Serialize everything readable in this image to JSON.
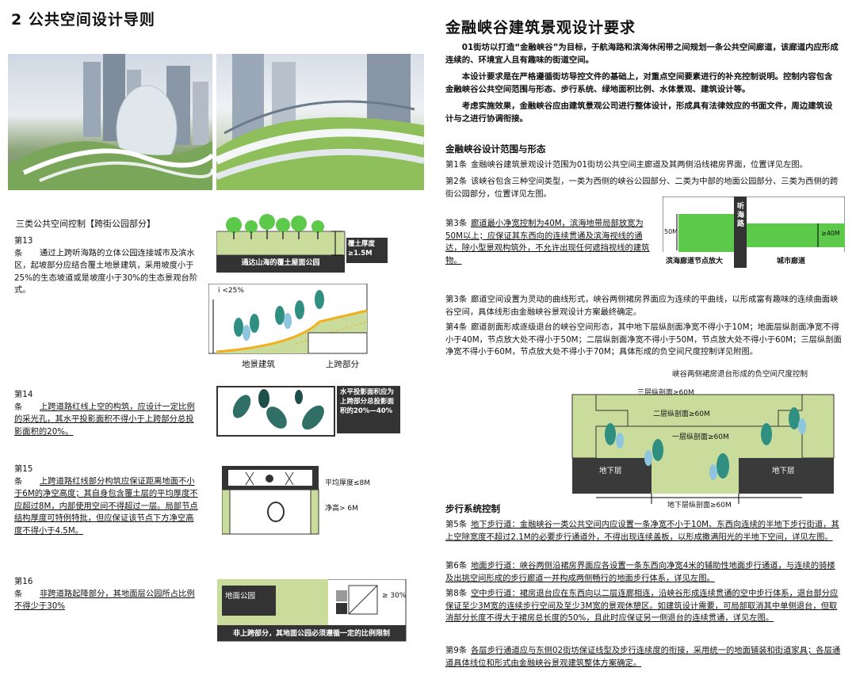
{
  "left": {
    "title": "2  公共空间设计导则",
    "section_heading": "三类公共空间控制【跨街公园部分】",
    "art13": {
      "no": "第13条",
      "text": "通过上跨听海路的立体公园连接城市及滨水区，起坡部分应结合覆土地景建筑，采用坡度小于25%的生态坡道或是坡度小于30%的生态景观台阶式。"
    },
    "art14": {
      "no": "第14条",
      "text": "上跨道路红线上空的构筑，应设计一定比例的采光孔，其水平投影面积不得小于上跨部分总投影面积的20%。"
    },
    "art15": {
      "no": "第15条",
      "text": "上跨道路红线部分构筑应保证距离地面不小于6M的净空高度；其自身包含覆土层的平均厚度不应超过8M，内部使用空间不得超过一层。局部节点结构厚度可特例特批，但应保证该节点下方净空高度不得小于4.5M。"
    },
    "art16": {
      "no": "第16条",
      "text": "非跨道路起降部分，其地面层公园所占比例不得少于30%"
    },
    "diag1": {
      "caption": "通达山海的覆土屋面公园",
      "label": "覆土厚度\n≥1.5M"
    },
    "diag2": {
      "slope": "i <25%",
      "label_a": "地景建筑",
      "label_b": "上跨部分"
    },
    "diag3": {
      "label": "水平投影面积应为上跨部分总投影面积的20%—40%"
    },
    "diag4": {
      "label_a": "平均厚度≤8M",
      "label_b": "净高> 6M"
    },
    "diag5": {
      "box": "地面公园",
      "ratio": "≥ 30%",
      "caption": "非上跨部分，其地面公园必须遵循一定的比例限制"
    }
  },
  "right": {
    "title": "金融峡谷建筑景观设计要求",
    "intro": [
      "01街坊以打造“金融峡谷”为目标，于航海路和滨海休闲带之间规划一条公共空间廊道，该廊道内应形成连续的、环境宜人且有趣味的街道空间。",
      "本设计要求是在严格遵循街坊导控文件的基础上，对重点空间要素进行的补充控制说明。控制内容包含金融峡谷公共空间范围与形态、步行系统、绿地面积比例、水体景观、建筑设计等。",
      "考虑实施效果，金融峡谷应由建筑景观公司进行整体设计，形成具有法律效应的书面文件，周边建筑设计与之进行协调衔接。"
    ],
    "sec1": "金融峡谷设计范围与形态",
    "art1": {
      "no": "第1条",
      "text": "金融峡谷建筑景观设计范围为01街坊公共空间主廊道及其两侧沿线裙房界面，位置详见左图。"
    },
    "art2": {
      "no": "第2条",
      "text": "该峡谷包含三种空间类型，一类为西侧的峡谷公园部分、二类为中部的地面公园部分、三类为西侧的跨街公园部分，位置详见左图。"
    },
    "art3a": {
      "no": "第3条",
      "text": "廊道最小净宽控制为40M，滨海地带局部放宽为50M以上；应保证其东西向的连续贯通及滨海视线的通达，除小型景观构筑外，不允许出现任何遮挡视线的建筑物。"
    },
    "art3b": {
      "no": "第3条",
      "text": "廊道空间设置为灵动的曲线形式，峡谷两侧裙房界面应为连续的平曲线，以形成富有趣味的连续曲面峡谷空间，具体线形由金融峡谷景观设计方案最终确定。"
    },
    "art4": {
      "no": "第4条",
      "text": "廊道剖面形成逐级退台的峡谷空间形态，其中地下层纵剖面净宽不得小于10M；地面层纵剖面净宽不得小于40M，节点放大处不得小于50M；二层纵剖面净宽不得小于50M，节点放大处不得小于60M；三层纵剖面净宽不得小于60M，节点放大处不得小于70M；具体形成的负空间尺度控制详见附图。"
    },
    "plan": {
      "road": "听海路",
      "w50": "50M",
      "w40": "≥40M",
      "left_label": "滨海廊道节点放大",
      "right_label": "城市廊道"
    },
    "section": {
      "title": "峡谷两侧裙房退台形成的负空间尺度控制",
      "l3": "三层纵剖面≥60M",
      "l2": "二层纵剖面≥60M",
      "l1": "一层纵剖面≥60M",
      "ug_left": "地下层",
      "ug_right": "地下层",
      "bottom": "地下层纵剖面≥60M"
    },
    "sec2": "步行系统控制",
    "art5": {
      "no": "第5条",
      "text": "地下步行道：金融峡谷一类公共空间内应设置一条净宽不小于10M、东西向连续的半地下步行街道，其上空除宽度不超过2.1M的必要步行通道外，不得出现连续盖板，以形成撒满阳光的半地下空间，详见左图。"
    },
    "art6": {
      "no": "第6条",
      "text": "地面步行道：峡谷两侧沿裙房界面应各设置一条东西向净宽4米的辅助性地面步行通道，与连续的骑楼及出挑空间形成的步行廊道一并构成两侧畅行的地面步行体系，详见左图。"
    },
    "art8": {
      "no": "第8条",
      "text": "空中步行道：裙房退台应在东西向以二层连廊相连，沿峡谷形成连续贯通的空中步行体系，退台部分应保证至少3M宽的连续步行空间及至少3M宽的景观休憩区。如建筑设计需要，可局部取消其中单侧退台，但取消部分长度不得大于裙房总长度的50%，且此时应保证另一侧退台的连续贯通，详见左图。"
    },
    "art9": {
      "no": "第9条",
      "text": "各层步行通道应与东侧02街坊保证线型及步行连续度的衔接，采用统一的地面铺装和街道家具；各层通道具体线位和形式由金融峡谷景观建筑整体方案确定。"
    }
  },
  "colors": {
    "green": "#5cc94a",
    "light_green": "#c9dc9b",
    "dark": "#333333",
    "yellow": "#f2b01e"
  }
}
